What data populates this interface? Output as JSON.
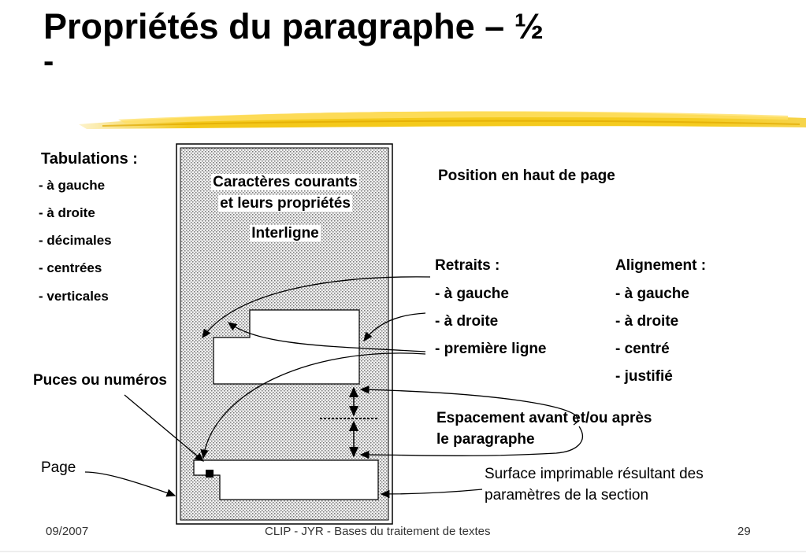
{
  "title": {
    "line1": "Propriétés du paragraphe – ½",
    "line2": "-"
  },
  "tabulations": {
    "heading": "Tabulations :",
    "items": [
      "- à gauche",
      "- à droite",
      "- décimales",
      "- centrées",
      "- verticales"
    ]
  },
  "diagram": {
    "label_line1": "Caractères courants",
    "label_line2": "et leurs propriétés",
    "interligne": "Interligne"
  },
  "position": "Position en haut de page",
  "retraits": {
    "heading": "Retraits :",
    "items": [
      "- à gauche",
      "- à droite",
      "- première ligne"
    ]
  },
  "alignement": {
    "heading": "Alignement :",
    "items": [
      "- à gauche",
      "- à droite",
      "- centré",
      "- justifié"
    ]
  },
  "puces": "Puces ou numéros",
  "espacement": {
    "line1": "Espacement avant et/ou après",
    "line2": "le paragraphe"
  },
  "page": "Page",
  "surface": {
    "line1": "Surface imprimable résultant des",
    "line2": "paramètres de la section"
  },
  "footer": {
    "date": "09/2007",
    "center": "CLIP - JYR - Bases du traitement de textes",
    "page_number": "29"
  },
  "colors": {
    "brush": "#f2c200",
    "page_fill": "#d9d9d9"
  }
}
